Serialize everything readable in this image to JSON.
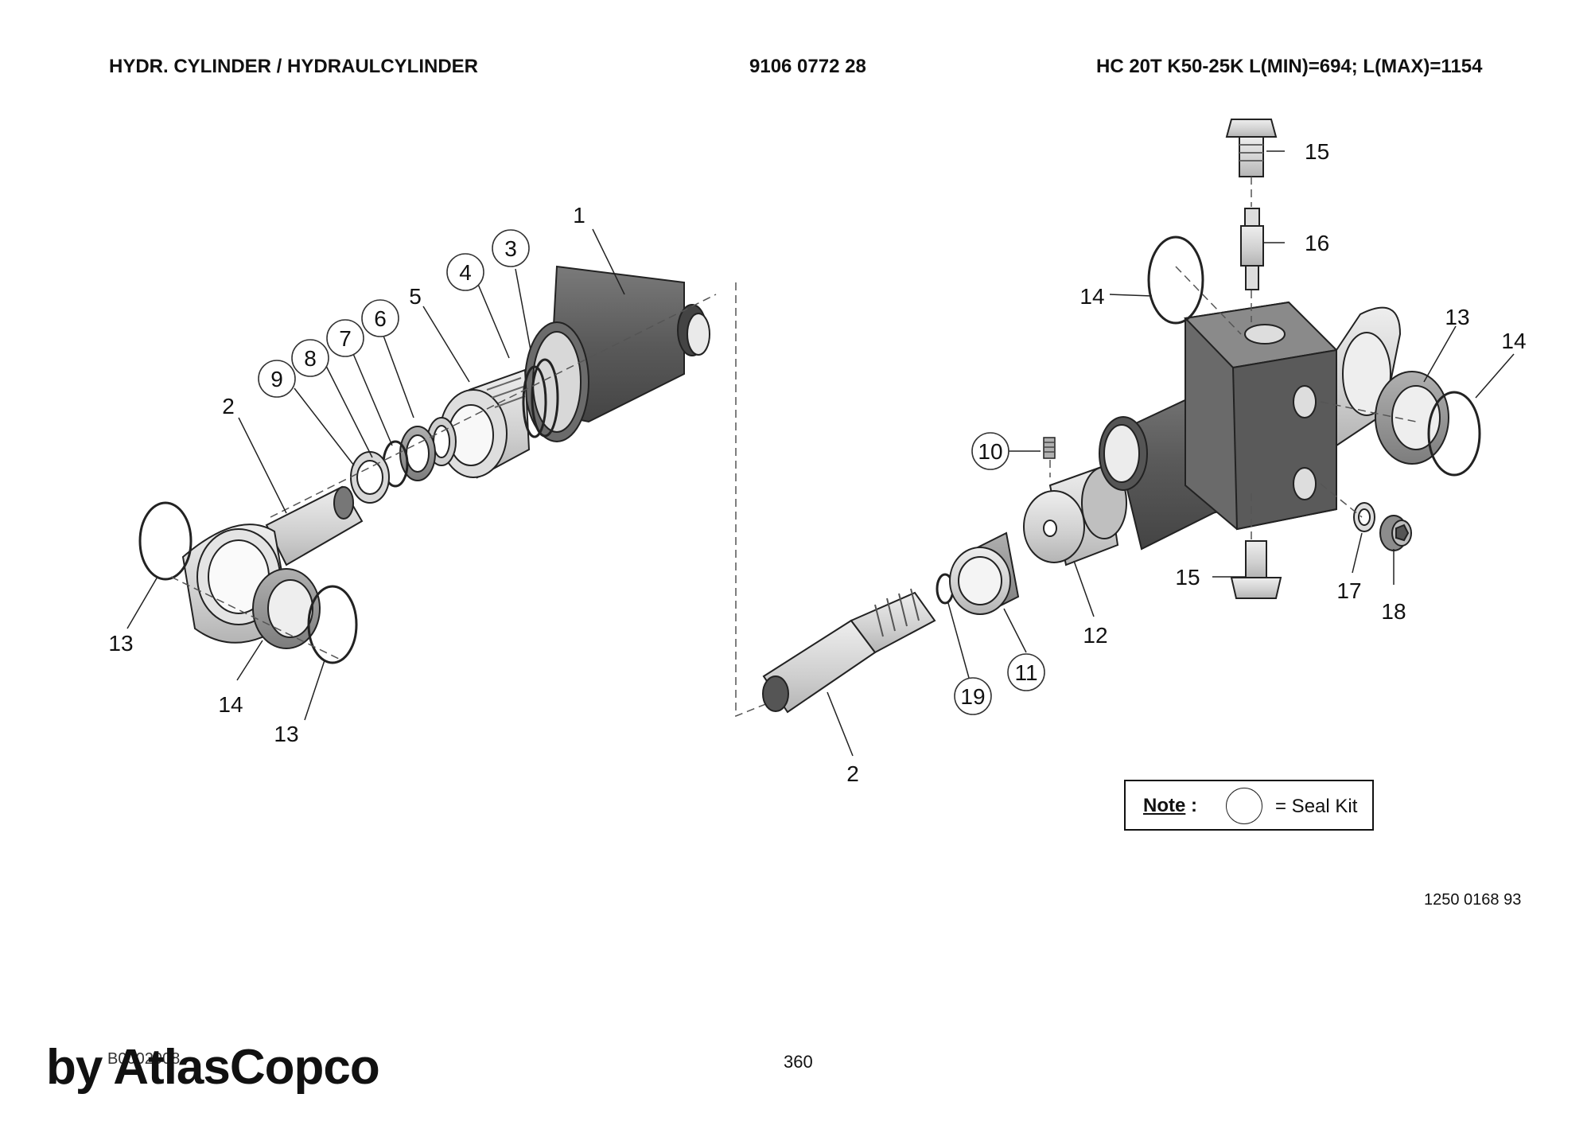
{
  "header": {
    "left": "HYDR. CYLINDER / HYDRAULCYLINDER",
    "center": "9106 0772 28",
    "right": "HC 20T K50-25K L(MIN)=694; L(MAX)=1154"
  },
  "callouts": {
    "c1": "1",
    "c2a": "2",
    "c3": "3",
    "c4": "4",
    "c5": "5",
    "c6": "6",
    "c7": "7",
    "c8": "8",
    "c9": "9",
    "c13a": "13",
    "c14a": "14",
    "c13b": "13",
    "c15a": "15",
    "c16": "16",
    "c14b": "14",
    "c13c": "13",
    "c14c": "14",
    "c10": "10",
    "c12": "12",
    "c11": "11",
    "c19": "19",
    "c2b": "2",
    "c15b": "15",
    "c17": "17",
    "c18": "18"
  },
  "note": {
    "label": "Note",
    "colon": ":",
    "text": "= Seal Kit"
  },
  "drawing_code": "1250 0168 93",
  "footer": {
    "code": "B0002008",
    "page": "360",
    "watermark": "by AtlasCopco"
  },
  "colors": {
    "dark": "#5a5a5a",
    "mid": "#8e8e8e",
    "light": "#d4d4d4",
    "ink": "#222222"
  }
}
